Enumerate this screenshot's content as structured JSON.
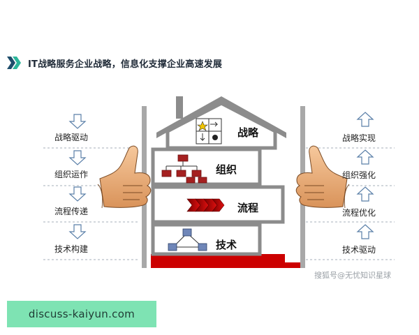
{
  "title": "IT战略服务企业战略，信息化支撑企业高速发展",
  "left_labels": [
    "战略驱动",
    "组织运作",
    "流程传递",
    "技术构建"
  ],
  "right_labels": [
    "战略实现",
    "组织强化",
    "流程优化",
    "技术驱动"
  ],
  "floors": [
    "战略",
    "组织",
    "流程",
    "技术"
  ],
  "watermark": "搜狐号@无忧知识星球",
  "banner": "discuss-kaiyun.com",
  "colors": {
    "accent_dark": "#1e4d6b",
    "accent_green": "#2bb59a",
    "house_gray": "#8c8c8c",
    "base_red": "#cc0000",
    "banner_bg": "#7ee3b3"
  }
}
